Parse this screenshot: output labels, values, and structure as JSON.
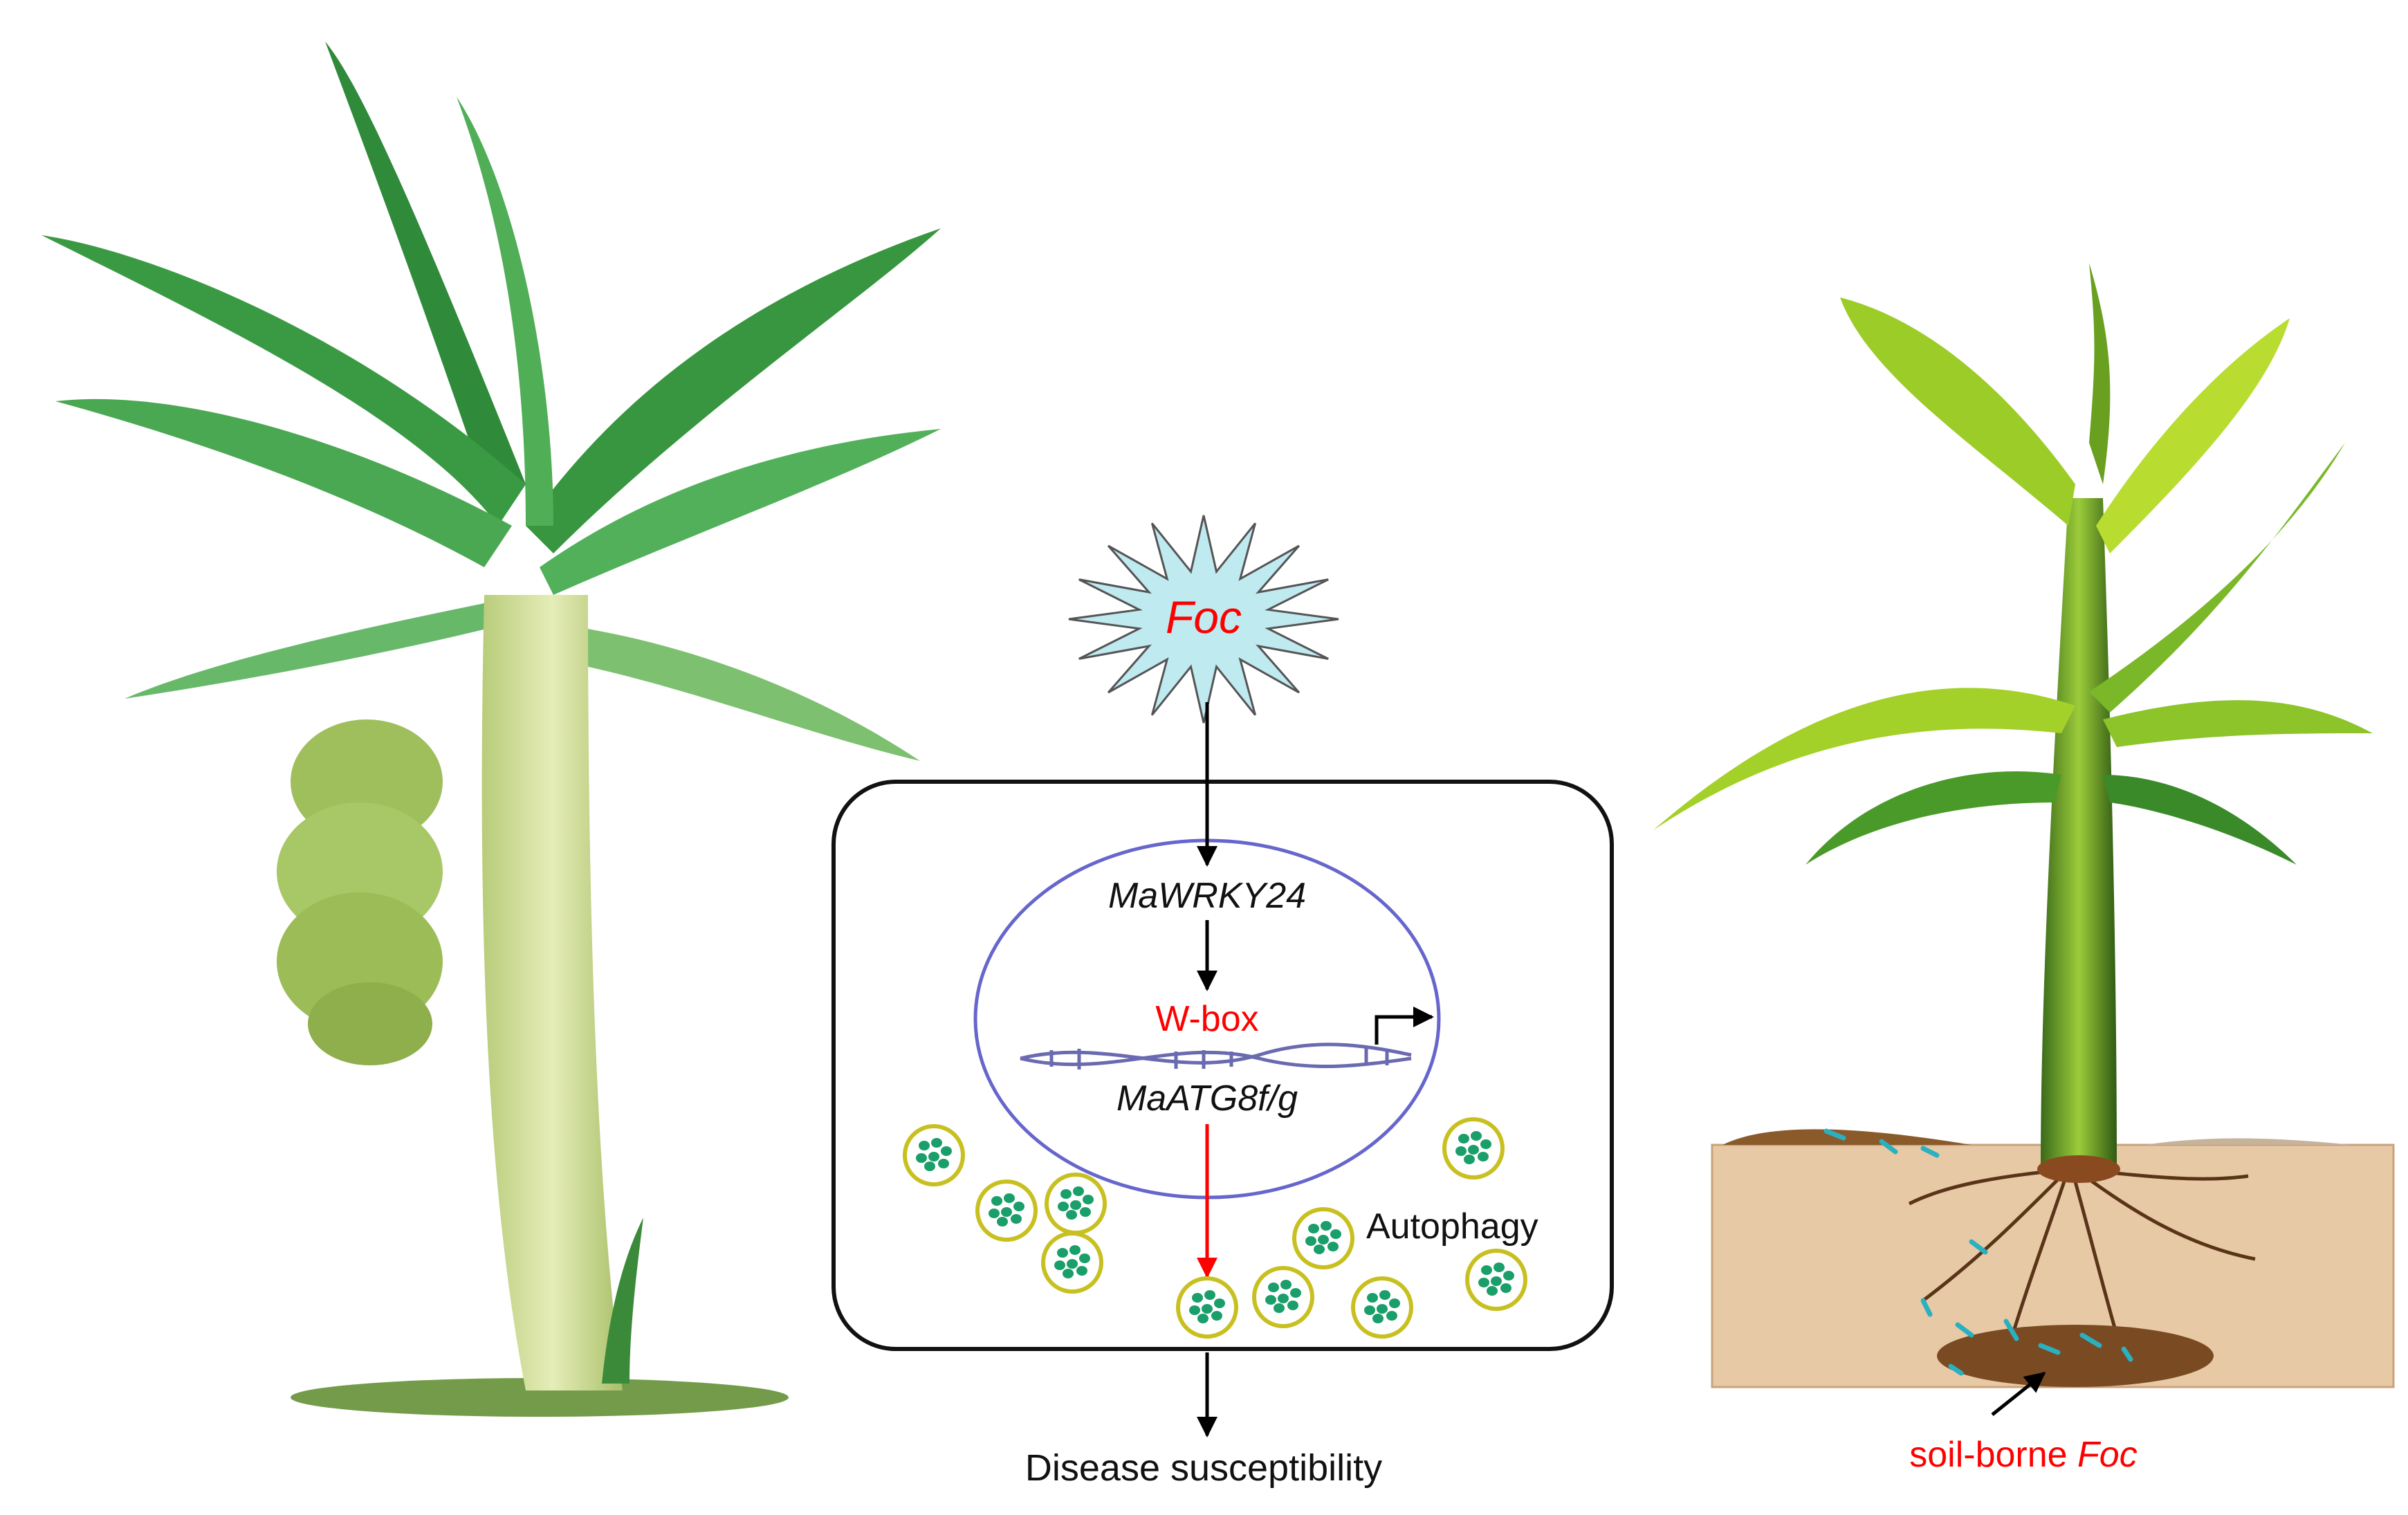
{
  "pathogen": {
    "label": "Foc"
  },
  "nucleus": {
    "transcription_factor": "MaWRKY24",
    "binding_element": "W-box",
    "target_genes": "MaATG8f/g"
  },
  "cell": {
    "process_label": "Autophagy"
  },
  "outcome": {
    "label": "Disease susceptibility"
  },
  "soil": {
    "label_prefix": "soil-borne ",
    "label_organism": "Foc"
  },
  "colors": {
    "highlight_red": "#ff0000",
    "starburst_fill": "#bfeaf0",
    "nucleus_outline": "#6666cc",
    "autophagosome_green": "#1a9e6a",
    "autophagosome_ring": "#c8c020",
    "soil": "#e8c9a6",
    "fungus": "#2ab0c0"
  }
}
